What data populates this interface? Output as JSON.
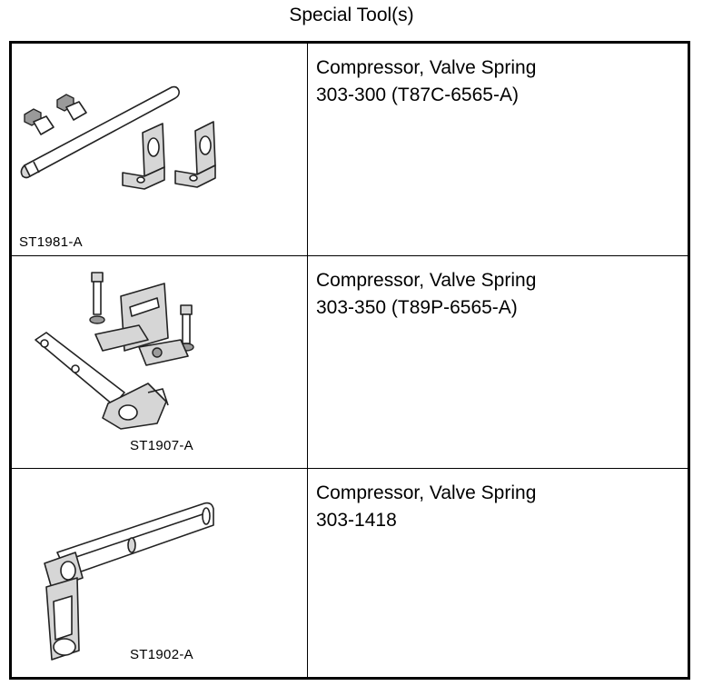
{
  "page": {
    "title": "Special Tool(s)"
  },
  "tools": [
    {
      "figure_label": "ST1981-A",
      "name": "Compressor, Valve Spring",
      "number": "303-300 (T87C-6565-A)"
    },
    {
      "figure_label": "ST1907-A",
      "name": "Compressor, Valve Spring",
      "number": "303-350 (T89P-6565-A)"
    },
    {
      "figure_label": "ST1902-A",
      "name": "Compressor, Valve Spring",
      "number": "303-1418"
    }
  ]
}
